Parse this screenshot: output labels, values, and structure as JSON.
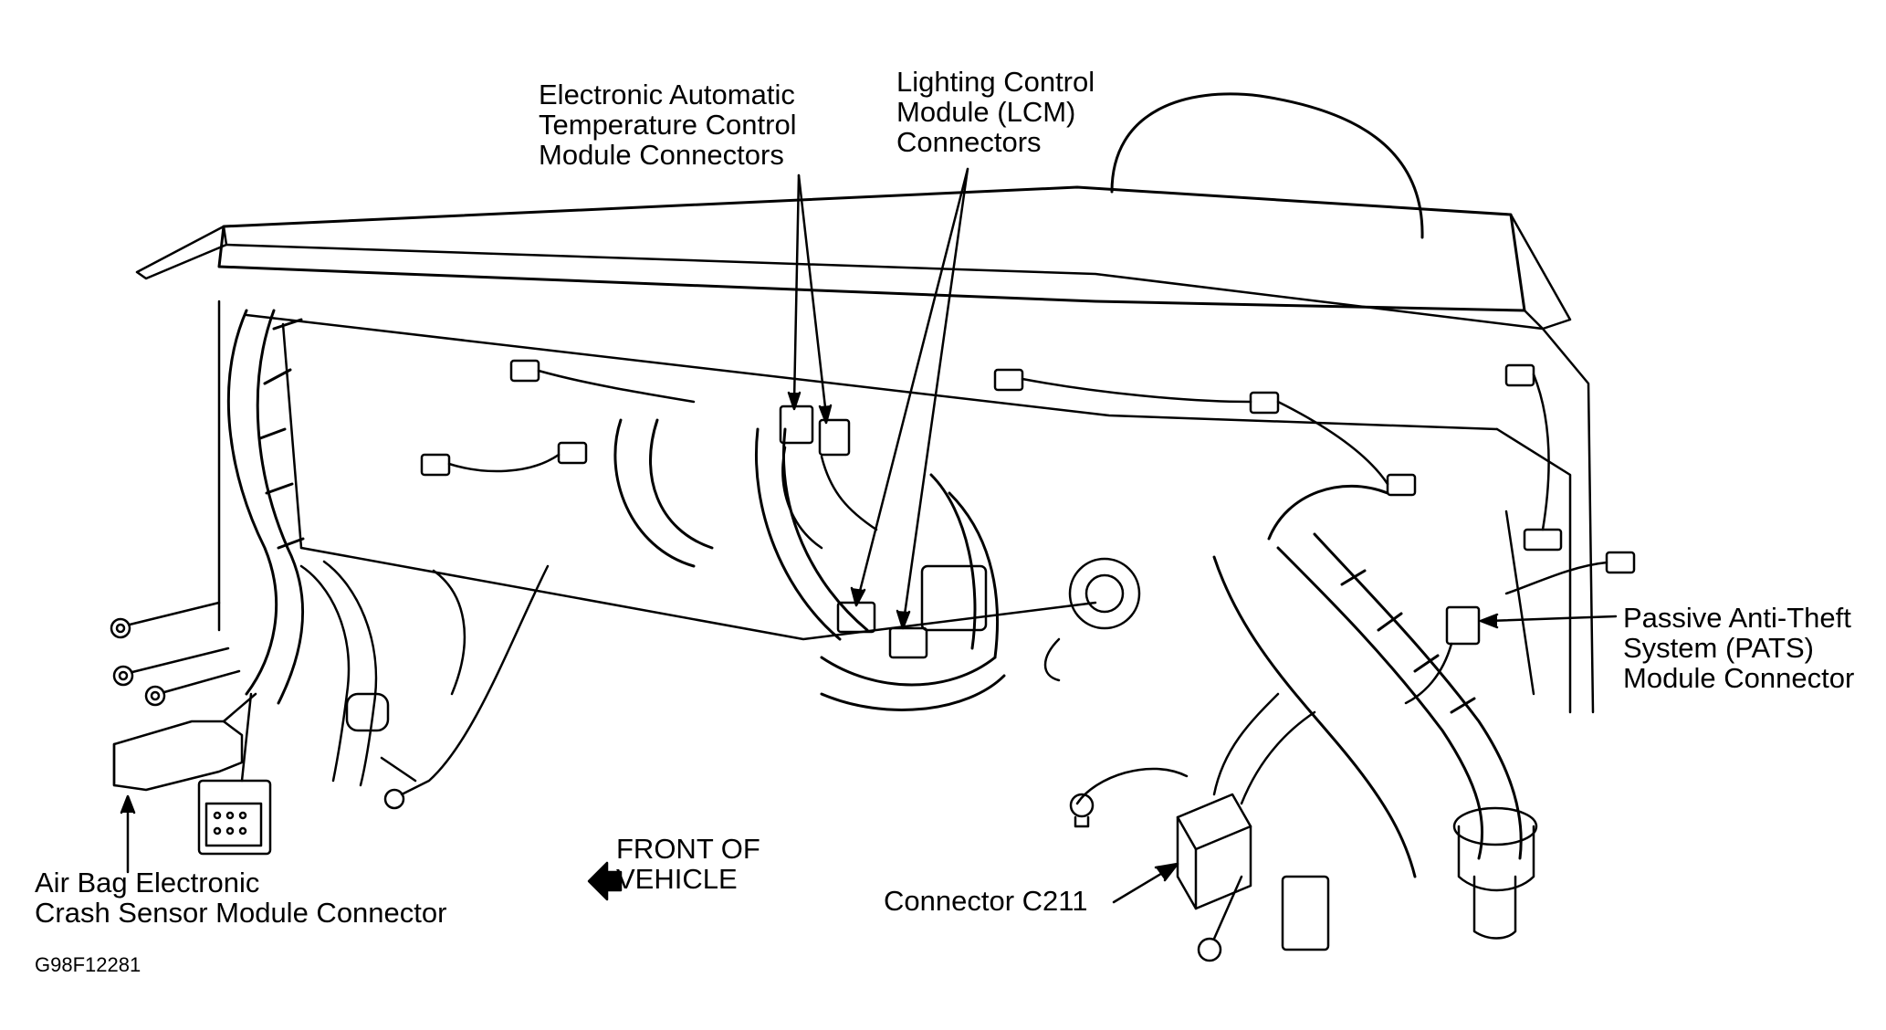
{
  "labels": {
    "eatc": [
      "Electronic Automatic",
      "Temperature Control",
      "Module Connectors"
    ],
    "lcm": [
      "Lighting Control",
      "Module (LCM)",
      "Connectors"
    ],
    "pats": [
      "Passive Anti-Theft",
      "System (PATS)",
      "Module Connector"
    ],
    "airbag": [
      "Air Bag Electronic",
      "Crash Sensor Module Connector"
    ],
    "c211": "Connector C211",
    "front": [
      "FRONT OF",
      "VEHICLE"
    ],
    "figure_id": "G98F12281"
  },
  "colors": {
    "ink": "#000000",
    "paper": "#ffffff"
  }
}
